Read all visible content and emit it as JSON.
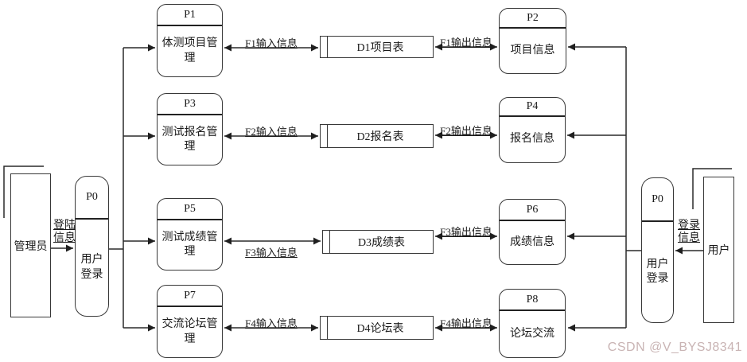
{
  "diagram": {
    "entities": {
      "admin": "管理员",
      "user": "用户"
    },
    "login": {
      "left": {
        "num": "P0",
        "label": "用户\n登录",
        "flow": "登陆\n信息"
      },
      "right": {
        "num": "P0",
        "label": "用户\n登录",
        "flow": "登录\n信息"
      }
    },
    "processes": {
      "p1": {
        "num": "P1",
        "label": "体测项目管\n理"
      },
      "p2": {
        "num": "P2",
        "label": "项目信息"
      },
      "p3": {
        "num": "P3",
        "label": "测试报名管\n理"
      },
      "p4": {
        "num": "P4",
        "label": "报名信息"
      },
      "p5": {
        "num": "P5",
        "label": "测试成绩管\n理"
      },
      "p6": {
        "num": "P6",
        "label": "成绩信息"
      },
      "p7": {
        "num": "P7",
        "label": "交流论坛管\n理"
      },
      "p8": {
        "num": "P8",
        "label": "论坛交流"
      }
    },
    "datastores": {
      "d1": "D1项目表",
      "d2": "D2报名表",
      "d3": "D3成绩表",
      "d4": "D4论坛表"
    },
    "flows": {
      "f1_in": "F1输入信息",
      "f1_out": "F1输出信息",
      "f2_in": "F2输入信息",
      "f2_out": "F2输出信息",
      "f3_in": "F3输入信息",
      "f3_out": "F3输出信息",
      "f4_in": "F4输入信息",
      "f4_out": "F4输出信息"
    },
    "colors": {
      "line": "#2a2a2a",
      "watermark": "#c9b4b4"
    }
  },
  "watermark": "CSDN @V_BYSJ8341"
}
